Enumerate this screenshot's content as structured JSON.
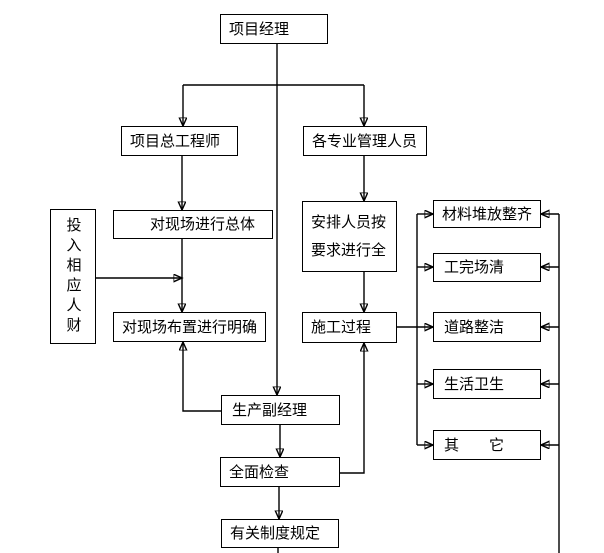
{
  "colors": {
    "line": "#000000",
    "text": "#000000",
    "background": "#ffffff"
  },
  "nodes": {
    "project_manager": "项目经理",
    "chief_project_engineer": "项目总工程师",
    "specialist_managers": "各专业管理人员",
    "site_overall": "对现场进行总体",
    "arrange_personnel_line1": "安排人员按",
    "arrange_personnel_line2": "要求进行全",
    "invest_resources": "投入相应人财",
    "site_layout_clarify": "对现场布置进行明确",
    "construction_process": "施工过程",
    "production_deputy_manager": "生产副经理",
    "overall_inspection": "全面检查",
    "relevant_regulations": "有关制度规定",
    "materials_stacked_neatly": "材料堆放整齐",
    "work_done_site_clear": "工完场清",
    "roads_clean": "道路整洁",
    "living_sanitation": "生活卫生",
    "others": "其　　它"
  },
  "edges": [
    {
      "from": "项目经理",
      "to": "项目总工程师"
    },
    {
      "from": "项目经理",
      "to": "各专业管理人员"
    },
    {
      "from": "项目经理",
      "to": "生产副经理"
    },
    {
      "from": "项目总工程师",
      "to": "对现场进行总体"
    },
    {
      "from": "对现场进行总体",
      "to": "对现场布置进行明确"
    },
    {
      "from": "投入相应人财",
      "to": "对现场布置进行明确"
    },
    {
      "from": "各专业管理人员",
      "to": "安排人员按要求进行全"
    },
    {
      "from": "安排人员按要求进行全",
      "to": "施工过程"
    },
    {
      "from": "生产副经理",
      "to": "对现场布置进行明确"
    },
    {
      "from": "生产副经理",
      "to": "全面检查"
    },
    {
      "from": "全面检查",
      "to": "施工过程"
    },
    {
      "from": "全面检查",
      "to": "有关制度规定"
    },
    {
      "from": "施工过程",
      "to": "材料堆放整齐"
    },
    {
      "from": "施工过程",
      "to": "工完场清"
    },
    {
      "from": "施工过程",
      "to": "道路整洁"
    },
    {
      "from": "施工过程",
      "to": "生活卫生"
    },
    {
      "from": "施工过程",
      "to": "其它"
    },
    {
      "from": "有关制度规定",
      "to": "材料堆放整齐"
    },
    {
      "from": "有关制度规定",
      "to": "工完场清"
    },
    {
      "from": "有关制度规定",
      "to": "道路整洁"
    },
    {
      "from": "有关制度规定",
      "to": "生活卫生"
    },
    {
      "from": "有关制度规定",
      "to": "其它"
    }
  ]
}
